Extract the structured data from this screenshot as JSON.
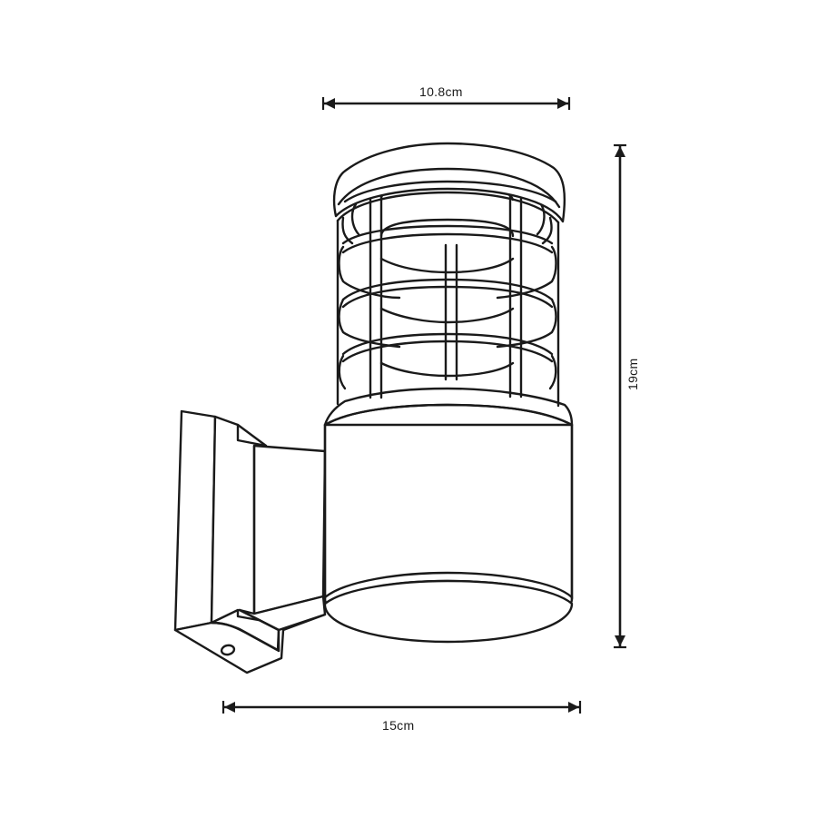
{
  "diagram": {
    "subject": "outdoor wall lantern with caged glass shade",
    "line_color": "#1a1a1a",
    "background": "#ffffff",
    "dimensions": {
      "top_width": {
        "label": "10.8cm",
        "value": 10.8,
        "unit": "cm",
        "orientation": "horizontal",
        "refers_to": "lamp head diameter"
      },
      "height": {
        "label": "19cm",
        "value": 19,
        "unit": "cm",
        "orientation": "vertical",
        "refers_to": "overall height"
      },
      "projection": {
        "label": "15cm",
        "value": 15,
        "unit": "cm",
        "orientation": "horizontal",
        "refers_to": "overall depth from wall"
      }
    },
    "parts": [
      "top-cap",
      "wire-cage",
      "glass-shade",
      "lower-cylinder-body",
      "bottom-lens-ring",
      "wall-mounting-bracket",
      "screw-hole"
    ]
  }
}
